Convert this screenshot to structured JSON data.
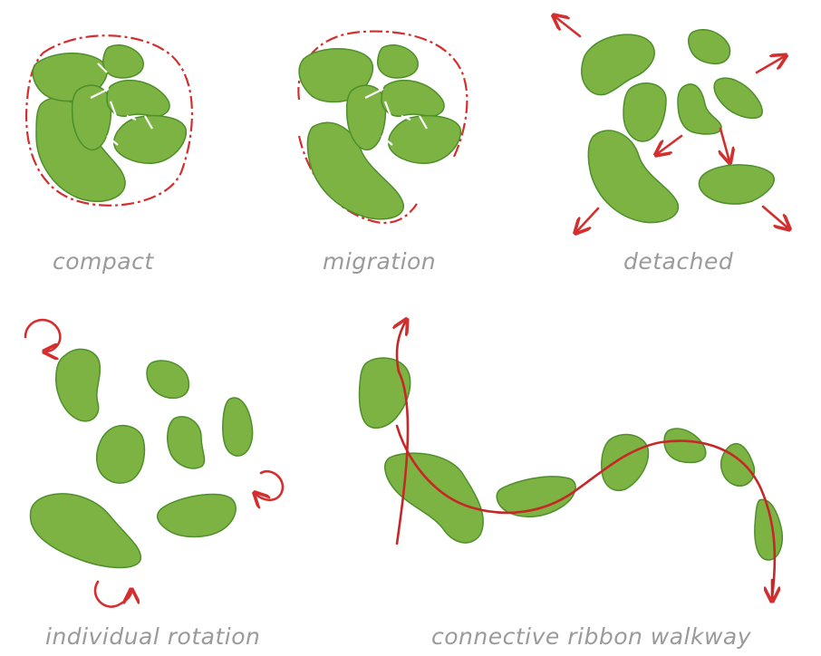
{
  "captions": {
    "compact": "compact",
    "migration": "migration",
    "detached": "detached",
    "individual_rotation": "individual rotation",
    "connective_ribbon_walkway": "connective ribbon walkway"
  },
  "colors": {
    "blob_fill": "#7cb342",
    "blob_stroke": "#4e8f2c",
    "arrow": "#d32f2f",
    "caption": "#9a9a9a"
  }
}
